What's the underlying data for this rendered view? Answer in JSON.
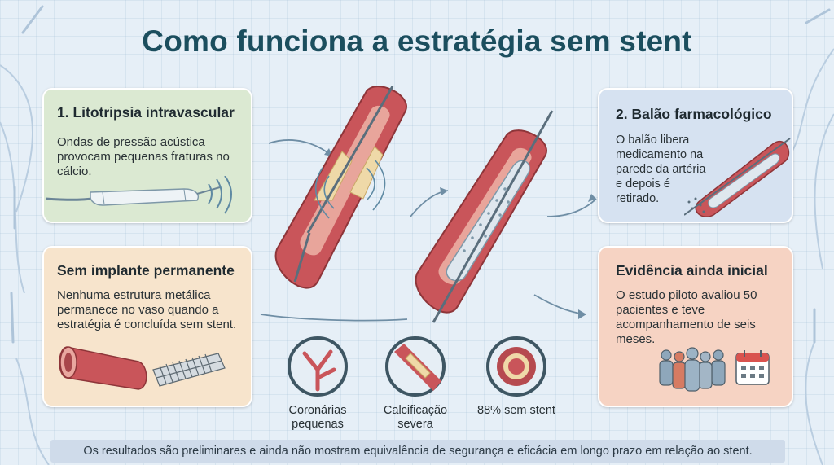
{
  "title": "Como funciona a estratégia sem stent",
  "cards": {
    "lithotripsy": {
      "heading": "1. Litotripsia intravascular",
      "body": "Ondas de pressão acústica provocam pequenas fraturas no cálcio."
    },
    "no_implant": {
      "heading": "Sem implante permanente",
      "body": "Nenhuma estrutura metálica permanece no vaso quando a estratégia é concluída sem stent."
    },
    "balloon": {
      "heading": "2. Balão farmacológico",
      "body": "O balão libera medicamento na parede da artéria e depois é retirado."
    },
    "evidence": {
      "heading": "Evidência ainda inicial",
      "body": "O estudo piloto avaliou 50 pacientes e teve acompanhamento de seis meses."
    }
  },
  "stats": [
    {
      "icon": "small-coronaries-icon",
      "label": "Coronárias pequenas"
    },
    {
      "icon": "severe-calcification-icon",
      "label": "Calcificação severa"
    },
    {
      "icon": "artery-lumen-icon",
      "label": "88% sem stent"
    }
  ],
  "footer": "Os resultados são preliminares e ainda não mostram equivalência de segurança e eficácia em longo prazo em relação ao stent.",
  "colors": {
    "title": "#1b4e5e",
    "card_green": "#dbe9d2",
    "card_orange": "#f7e4cc",
    "card_blue": "#d6e2f1",
    "card_red": "#f6d3c3",
    "vessel": "#c9555a",
    "plaque": "#efd9a8"
  }
}
